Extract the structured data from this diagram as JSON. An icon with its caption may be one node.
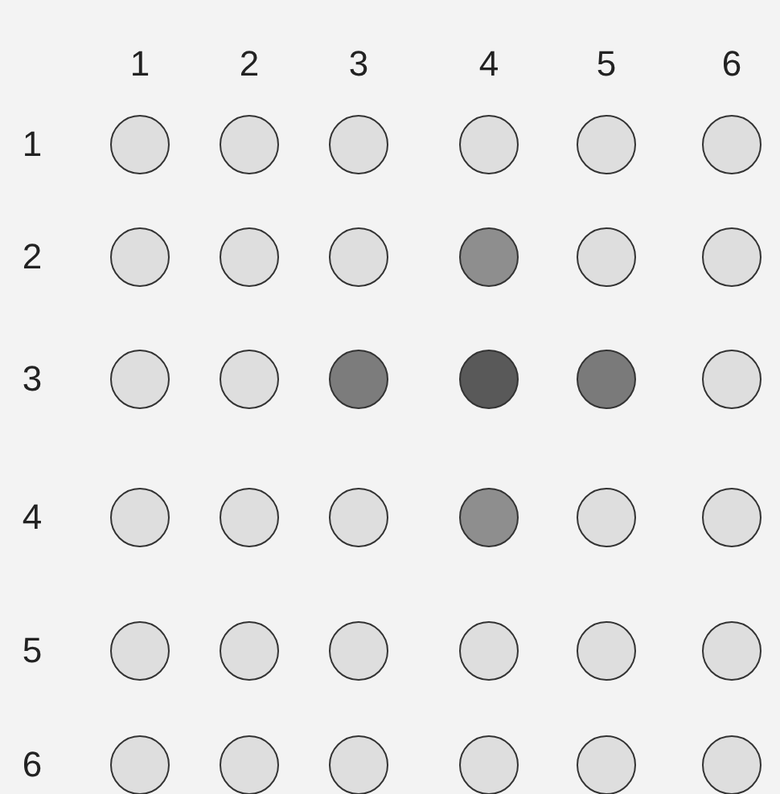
{
  "diagram": {
    "nodes": [
      {
        "text": [],
        "shape": "circle"
      },
      {
        "text": [],
        "shape": "circle"
      },
      {
        "text": [],
        "shape": "circle"
      },
      {
        "text": [],
        "shape": "circle"
      },
      {
        "text": [],
        "shape": "circle"
      },
      {
        "text": [],
        "shape": "circle"
      },
      {
        "text": [],
        "shape": "circle"
      },
      {
        "text": [],
        "shape": "circle"
      },
      {
        "text": [],
        "shape": "circle"
      },
      {
        "text": [],
        "shape": "circle"
      },
      {
        "text": [],
        "shape": "circle"
      },
      {
        "text": [],
        "shape": "circle"
      },
      {
        "text": [],
        "shape": "circle"
      },
      {
        "text": [],
        "shape": "circle"
      },
      {
        "text": [],
        "shape": "circle"
      },
      {
        "text": [],
        "shape": "circle"
      },
      {
        "text": [],
        "shape": "circle"
      },
      {
        "text": [],
        "shape": "circle"
      },
      {
        "text": [],
        "shape": "circle"
      },
      {
        "text": [],
        "shape": "circle"
      },
      {
        "text": [],
        "shape": "circle"
      },
      {
        "text": [],
        "shape": "circle"
      },
      {
        "text": [],
        "shape": "circle"
      },
      {
        "text": [],
        "shape": "circle"
      },
      {
        "text": [],
        "shape": "circle"
      },
      {
        "text": [],
        "shape": "circle"
      },
      {
        "text": [],
        "shape": "circle"
      },
      {
        "text": [],
        "shape": "circle"
      },
      {
        "text": [],
        "shape": "circle"
      },
      {
        "text": [],
        "shape": "circle"
      },
      {
        "text": [],
        "shape": "circle"
      },
      {
        "text": [],
        "shape": "circle"
      },
      {
        "text": [],
        "shape": "circle"
      },
      {
        "text": [],
        "shape": "circle"
      },
      {
        "text": [],
        "shape": "circle"
      },
      {
        "text": [],
        "shape": "circle"
      }
    ],
    "labels": [
      "1",
      "2",
      "3",
      "4",
      "5",
      "6",
      "1",
      "2",
      "3",
      "4",
      "5",
      "6"
    ]
  }
}
